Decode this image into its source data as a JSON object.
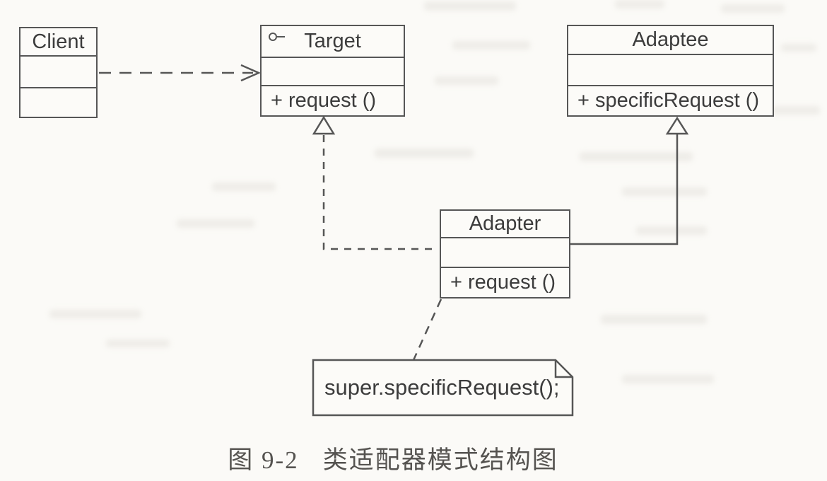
{
  "page": {
    "background_color": "#fbfaf7",
    "caption": {
      "figure_label": "图 9-2",
      "figure_title": "类适配器模式结构图"
    }
  },
  "diagram": {
    "stroke_color": "#565656",
    "classes": {
      "client": {
        "name": "Client",
        "attributes": "",
        "operations": ""
      },
      "target": {
        "name": "Target",
        "icon": "interface-lollipop",
        "attributes": "",
        "operations": "+ request ()"
      },
      "adaptee": {
        "name": "Adaptee",
        "attributes": "",
        "operations": "+ specificRequest ()"
      },
      "adapter": {
        "name": "Adapter",
        "attributes": "",
        "operations": "+ request ()"
      }
    },
    "note": {
      "text": "super.specificRequest();"
    },
    "relationships": [
      {
        "type": "dependency",
        "style": "dashed-open-arrow",
        "from": "Client",
        "to": "Target"
      },
      {
        "type": "generalization",
        "style": "dashed-hollow-triangle",
        "from": "Adapter",
        "to": "Target"
      },
      {
        "type": "generalization",
        "style": "solid-hollow-triangle",
        "from": "Adapter",
        "to": "Adaptee"
      },
      {
        "type": "note-anchor",
        "style": "dashed",
        "from": "Adapter",
        "to": "note"
      }
    ]
  }
}
